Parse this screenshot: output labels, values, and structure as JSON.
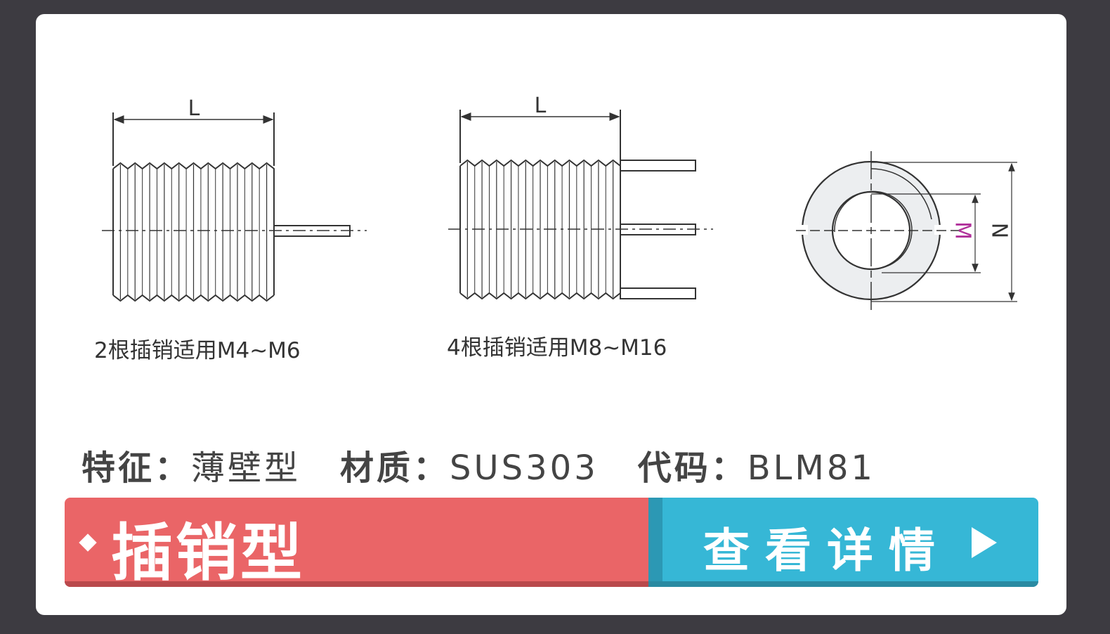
{
  "diagrams": {
    "dimension_L": "L",
    "dimension_M": "M",
    "dimension_N": "N",
    "caption_2pin": "2根插销适用M4~M6",
    "caption_4pin": "4根插销适用M8~M16"
  },
  "specs": {
    "feature_label": "特征：",
    "feature_value": "薄壁型",
    "material_label": "材质：",
    "material_value": "SUS303",
    "code_label": "代码：",
    "code_value": "BLM81"
  },
  "banner": {
    "type_label": "插销型",
    "detail_button": "查看详情"
  },
  "colors": {
    "red": "#ea6567",
    "blue": "#36b7d6",
    "m_label": "#b0309a"
  }
}
